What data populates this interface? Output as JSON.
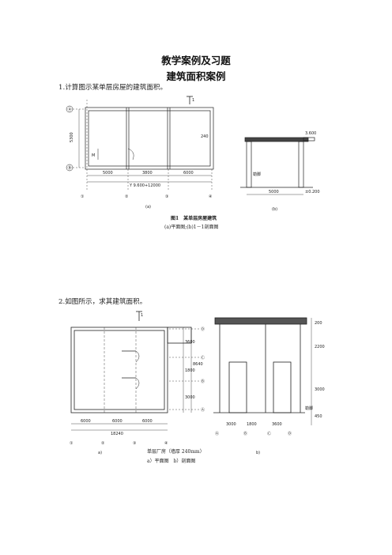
{
  "doc": {
    "title": "教学案例及习题",
    "subtitle": "建筑面积案例",
    "q1": "1.计算图示某单层房屋的建筑面积。",
    "q2": "2.如图所示，求其建筑面积。"
  },
  "fig1": {
    "caption": "图1　某单层房屋建筑",
    "caption_sub": "(a)平面图;(b)1－1剖面图",
    "label_a": "(a)",
    "label_b": "(b)",
    "axes_x": [
      "①",
      "②",
      "③",
      "④"
    ],
    "axes_y": [
      "Ⓐ",
      "Ⓑ"
    ],
    "dims": [
      "5000",
      "3800",
      "6000"
    ],
    "total": "Y 9.600+12000",
    "dim_v": "5300",
    "dim_wall": "240",
    "dim_b_bottom": "5000",
    "dim_b_side": "±0.200",
    "elev_b": "3.600",
    "note_b": "勒脚",
    "section_mark": "1",
    "door_mark": "M"
  },
  "fig2": {
    "caption": "单层厂房（墙厚 240mm）",
    "caption_sub": "a）平面图　b）剖面图",
    "label_a": "a)",
    "label_b": "b)",
    "axes_x": [
      "①",
      "②",
      "③",
      "④"
    ],
    "axes_y": [
      "Ⓐ",
      "Ⓑ",
      "Ⓒ",
      "Ⓓ"
    ],
    "axes_b": [
      "Ⓐ",
      "Ⓑ",
      "Ⓒ",
      "Ⓓ"
    ],
    "dims_x": [
      "6000",
      "6000",
      "6000"
    ],
    "total_x": "18240",
    "dims_y": [
      "3000",
      "1800",
      "3600"
    ],
    "total_y": "8640",
    "dims_b": [
      "3000",
      "1800",
      "3600"
    ],
    "heights_b": [
      "200",
      "2200",
      "3000",
      "450"
    ],
    "note_b": "勒脚",
    "section_mark": "1"
  }
}
